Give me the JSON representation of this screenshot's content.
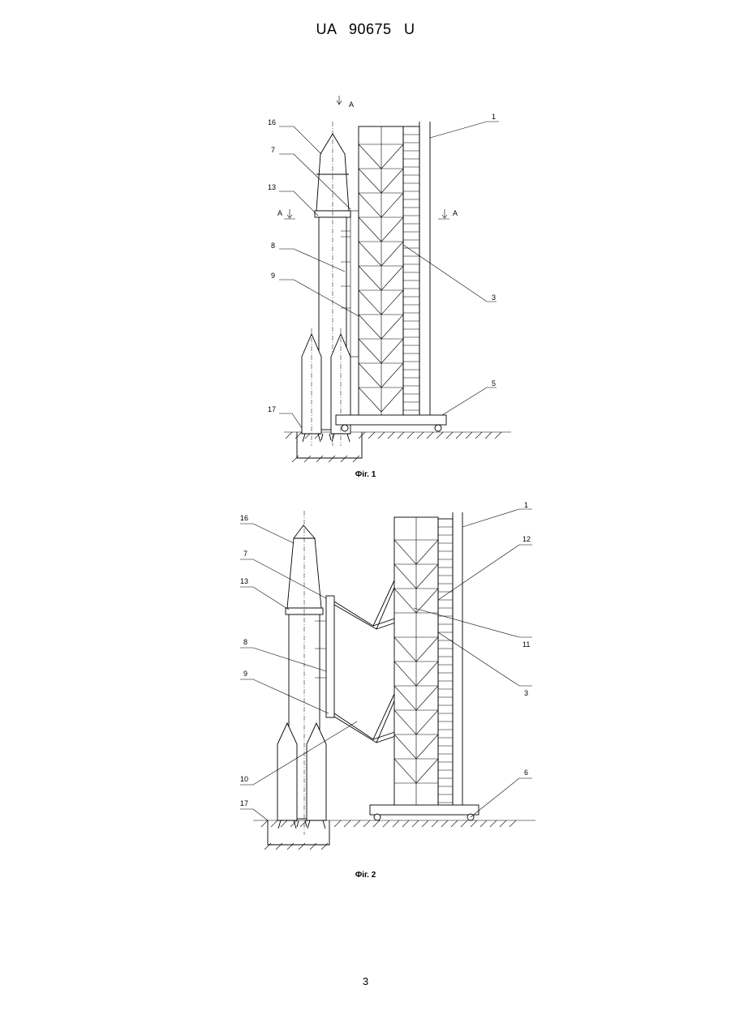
{
  "header": {
    "patent_number": "UA   90675   U"
  },
  "figure1": {
    "caption": "Фіг. 1",
    "labels": [
      "16",
      "7",
      "13",
      "8",
      "9",
      "17",
      "1",
      "3",
      "5"
    ],
    "section_marks": [
      "A",
      "A",
      "A"
    ]
  },
  "figure2": {
    "caption": "Фіг. 2",
    "labels": [
      "16",
      "7",
      "13",
      "8",
      "9",
      "10",
      "17",
      "1",
      "12",
      "11",
      "3",
      "6"
    ]
  },
  "footer": {
    "page_number": "3"
  }
}
